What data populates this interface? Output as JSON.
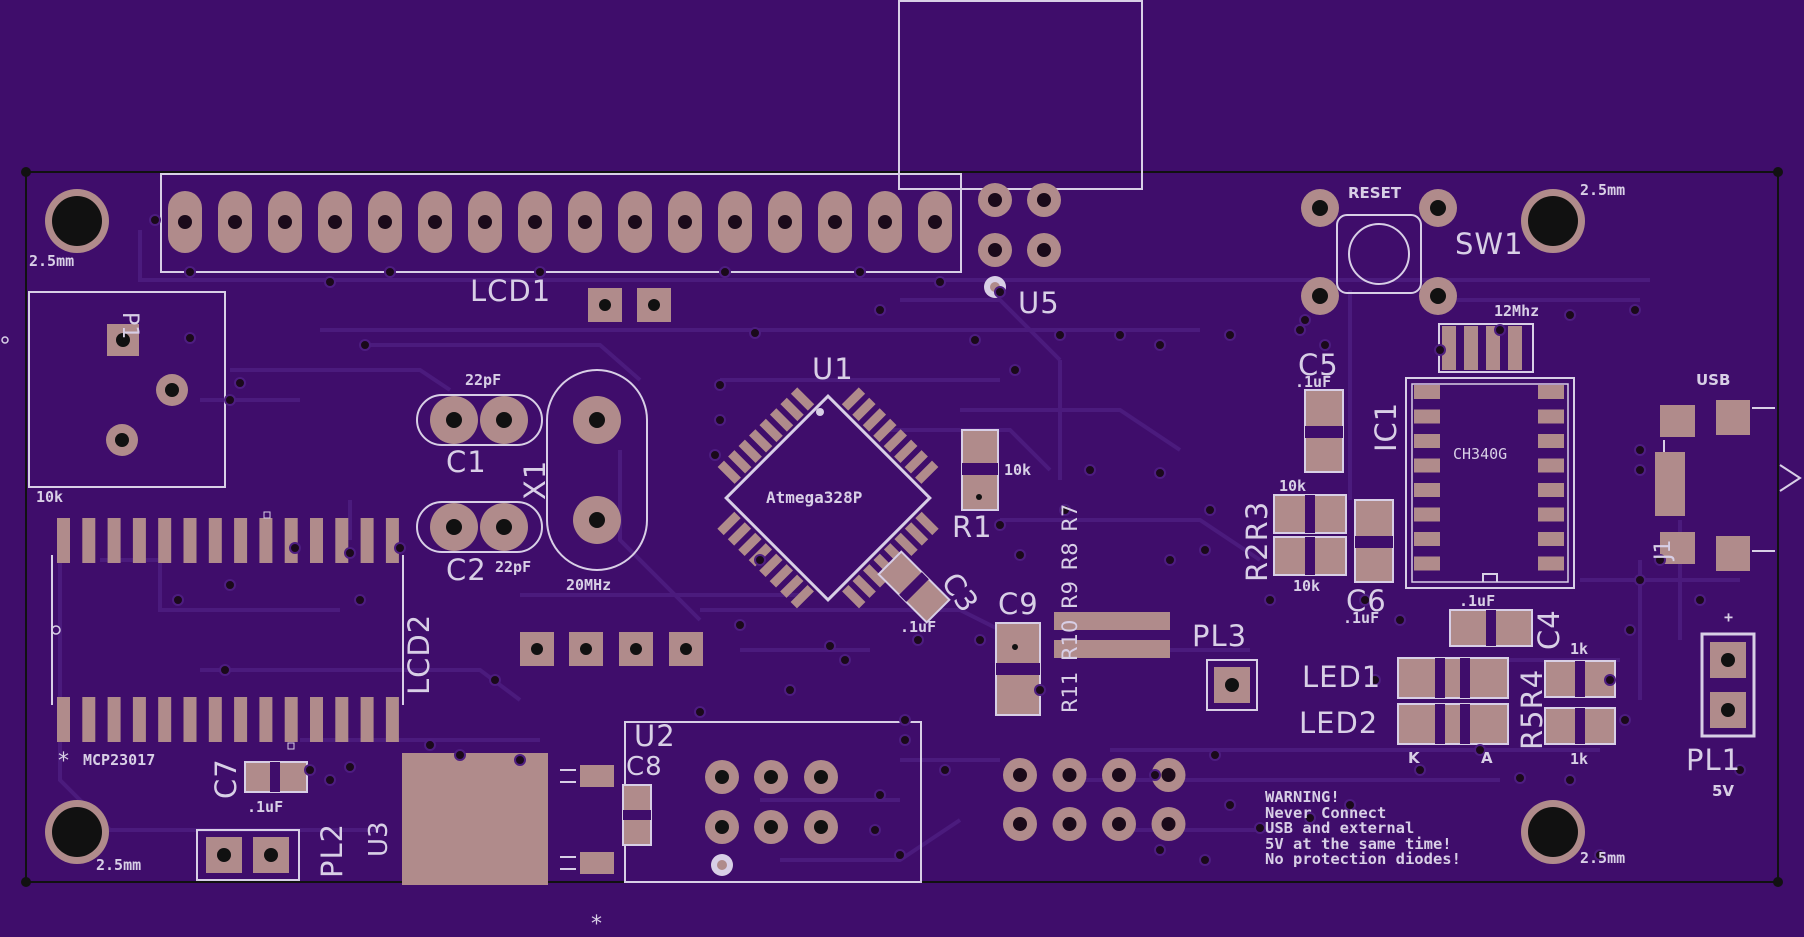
{
  "colors": {
    "board": "#3f0d6b",
    "trace": "#4a1a7c",
    "silk": "#d8cfe6",
    "copper": "#b08b8b",
    "drill": "#1a0a1a"
  },
  "labels": {
    "lcd1": "LCD1",
    "u5": "U5",
    "u1": "U1",
    "atmega": "Atmega328P",
    "c1": "C1",
    "c2": "C2",
    "x1": "X1",
    "c1_val": "22pF",
    "c2_val": "22pF",
    "xtal_val": "20MHz",
    "r1": "R1",
    "r1_val": "10k",
    "c3": "C3",
    "c3_val": ".1uF",
    "c9": "C9",
    "pl3": "PL3",
    "reset": "RESET",
    "sw1": "SW1",
    "hole_tl": "2.5mm",
    "hole_tr": "2.5mm",
    "hole_bl": "2.5mm",
    "hole_br": "2.5mm",
    "xtal12": "12Mhz",
    "ic1": "IC1",
    "ch340": "CH340G",
    "c5": "C5",
    "c5_val": ".1uF",
    "r2r3": "R2R3",
    "r2_val": "10k",
    "r3_val": "10k",
    "c6": "C6",
    "c6_val": ".1uF",
    "c4": "C4",
    "c4_val": ".1uF",
    "usb": "USB",
    "j1": "J1",
    "led1": "LED1",
    "led2": "LED2",
    "led_k": "K",
    "led_a": "A",
    "r5r4": "R5R4",
    "r4_val": "1k",
    "r5_val": "1k",
    "pl1": "PL1",
    "pl1_val": "5V",
    "plus": "+",
    "p1": "P1",
    "pot_val": "10k",
    "lcd2": "LCD2",
    "mcp": "MCP23017",
    "star": "*",
    "c7": "C7",
    "c7_val": ".1uF",
    "pl2": "PL2",
    "u3": "U3",
    "u2": "U2",
    "c8": "C8",
    "rpack": "R11 R10 R9 R8 R7"
  },
  "warning": [
    "WARNING!",
    "Never Connect",
    "USB and external",
    "5V at the same time!",
    "No protection diodes!"
  ]
}
